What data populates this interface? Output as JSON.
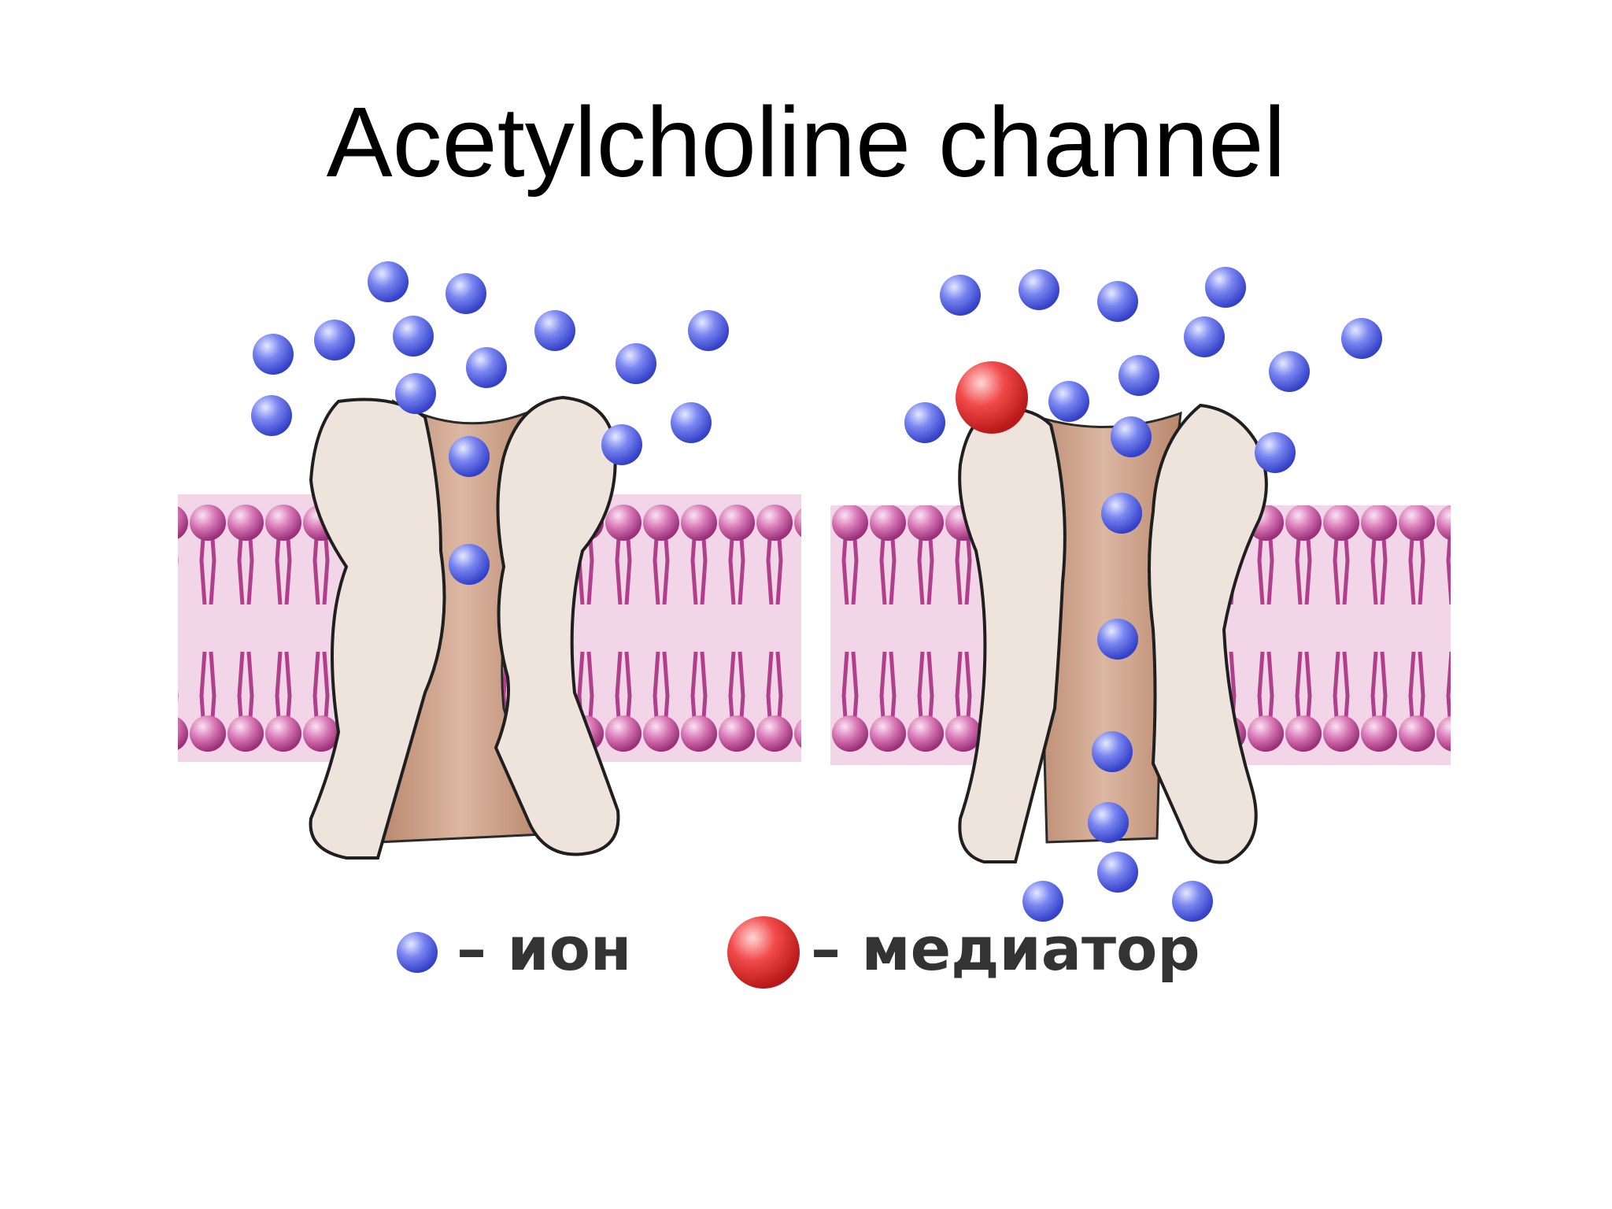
{
  "title": "Acetylcholine channel",
  "legend": {
    "ion": {
      "label": "– ион",
      "color": "#5c6ce8"
    },
    "mediator": {
      "label": "– медиатор",
      "color": "#ee3b3b"
    }
  },
  "panels": [
    {
      "state": "closed"
    },
    {
      "state": "open"
    }
  ],
  "colors": {
    "membrane": "#b0408c",
    "protein": "#efe4dc",
    "pore": "#c9a088"
  }
}
